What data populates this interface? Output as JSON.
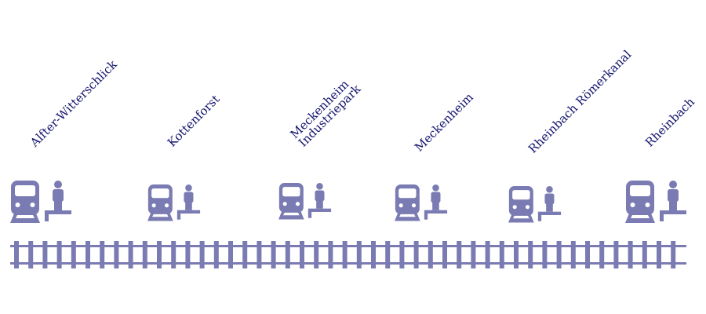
{
  "colors": {
    "icon": "#7b7bb3",
    "label": "#13136e",
    "track": "#7b7bb3"
  },
  "stations": [
    {
      "lines": [
        "Alfter-Witterschlick"
      ],
      "size": "large",
      "icons": [
        "train-icon",
        "person-platform-icon"
      ]
    },
    {
      "lines": [
        "Kottenforst"
      ],
      "size": "small",
      "icons": [
        "train-icon",
        "person-platform-icon"
      ]
    },
    {
      "lines": [
        "Meckenheim",
        "Industriepark"
      ],
      "size": "small",
      "icons": [
        "train-icon",
        "person-platform-icon"
      ]
    },
    {
      "lines": [
        "Meckenheim"
      ],
      "size": "small",
      "icons": [
        "train-icon",
        "person-platform-icon"
      ]
    },
    {
      "lines": [
        "Rheinbach Römerkanal"
      ],
      "size": "small",
      "icons": [
        "train-icon",
        "person-platform-icon"
      ]
    },
    {
      "lines": [
        "Rheinbach"
      ],
      "size": "large",
      "icons": [
        "train-icon",
        "person-platform-icon"
      ]
    }
  ],
  "track": {
    "icon": "railway-track-icon"
  }
}
